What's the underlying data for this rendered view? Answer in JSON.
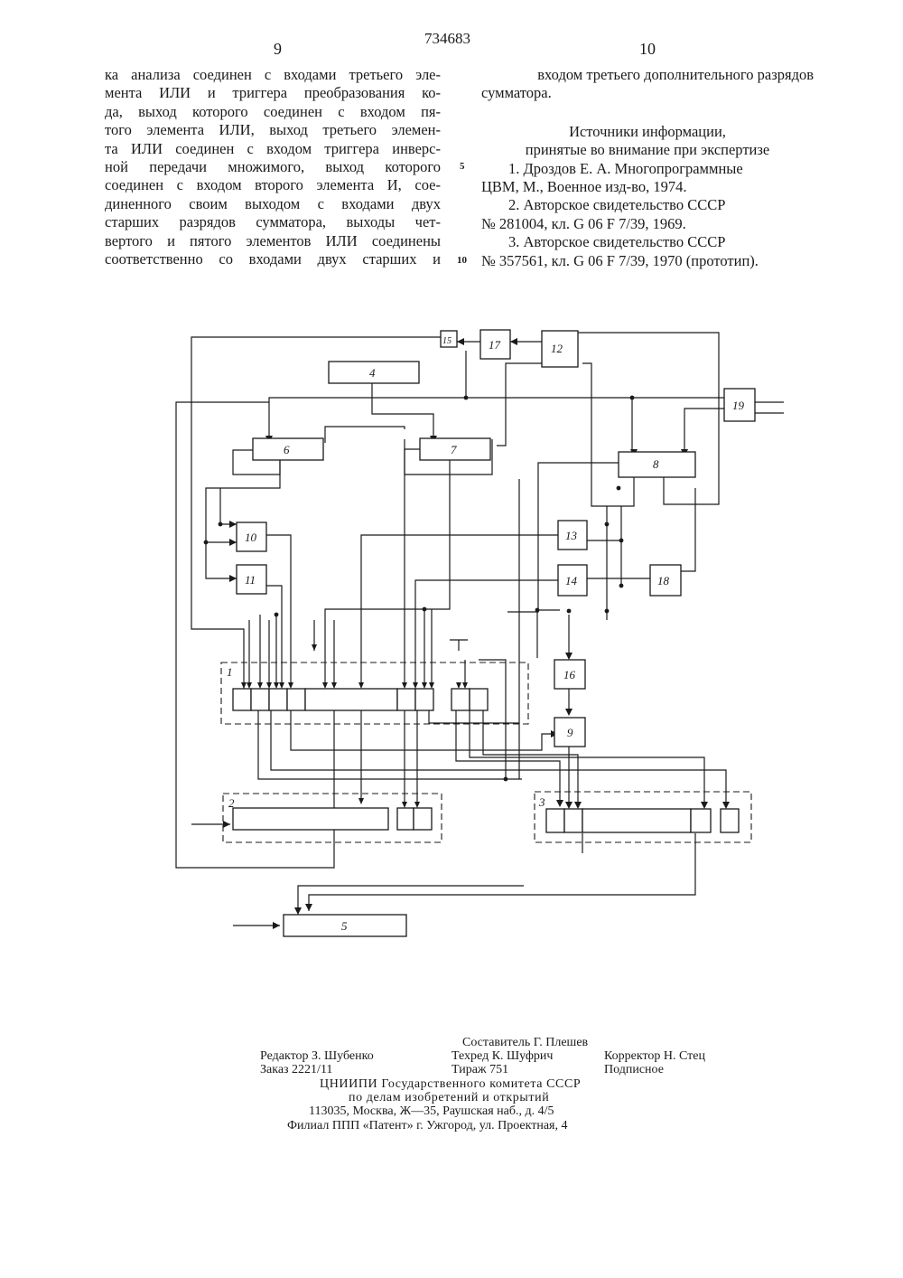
{
  "header": {
    "page_left": "9",
    "patent_number": "734683",
    "page_right": "10"
  },
  "left_column": [
    "ка анализа соединен с входами третьего эле-",
    "мента ИЛИ и триггера преобразования ко-",
    "да, выход которого соединен с входом пя-",
    "того элемента ИЛИ, выход третьего элемен-",
    "та ИЛИ соединен с входом триггера инверс-",
    "ной передачи множимого, выход которого",
    "соединен с входом второго элемента И, сое-",
    "диненного своим выходом с входами двух",
    "старших разрядов сумматора, выходы чет-",
    "вертого и пятого элементов ИЛИ соединены",
    "соответственно со входами двух старших и"
  ],
  "margin_numbers": [
    "5",
    "10"
  ],
  "right_column": {
    "continuation": [
      "входом третьего дополнительного разрядов",
      "сумматора."
    ],
    "sources_title": [
      "Источники информации,",
      "принятые во внимание при экспертизе"
    ],
    "references": [
      "1. Дроздов Е. А. Многопрограммные",
      "ЦВМ, М., Военное изд-во, 1974.",
      "2. Авторское свидетельство СССР",
      "№ 281004, кл. G 06 F 7/39, 1969.",
      "3. Авторское свидетельство СССР",
      "№ 357561, кл. G 06 F 7/39, 1970 (прототип)."
    ]
  },
  "diagram": {
    "block_labels": [
      "1",
      "2",
      "3",
      "4",
      "5",
      "6",
      "7",
      "8",
      "9",
      "10",
      "11",
      "12",
      "13",
      "14",
      "15",
      "16",
      "17",
      "18",
      "19"
    ]
  },
  "imprint": {
    "compiler": "Составитель Г. Плешев",
    "editor": "Редактор З. Шубенко",
    "techred": "Техред К. Шуфрич",
    "proofreader": "Корректор Н. Стец",
    "order": "Заказ 2221/11",
    "circulation": "Тираж 751",
    "subscription": "Подписное",
    "org_line1": "ЦНИИПИ Государственного комитета СССР",
    "org_line2": "по делам изобретений и открытий",
    "address": "113035, Москва, Ж—35, Раушская наб., д. 4/5",
    "branch": "Филиал ППП «Патент» г. Ужгород, ул. Проектная, 4"
  }
}
